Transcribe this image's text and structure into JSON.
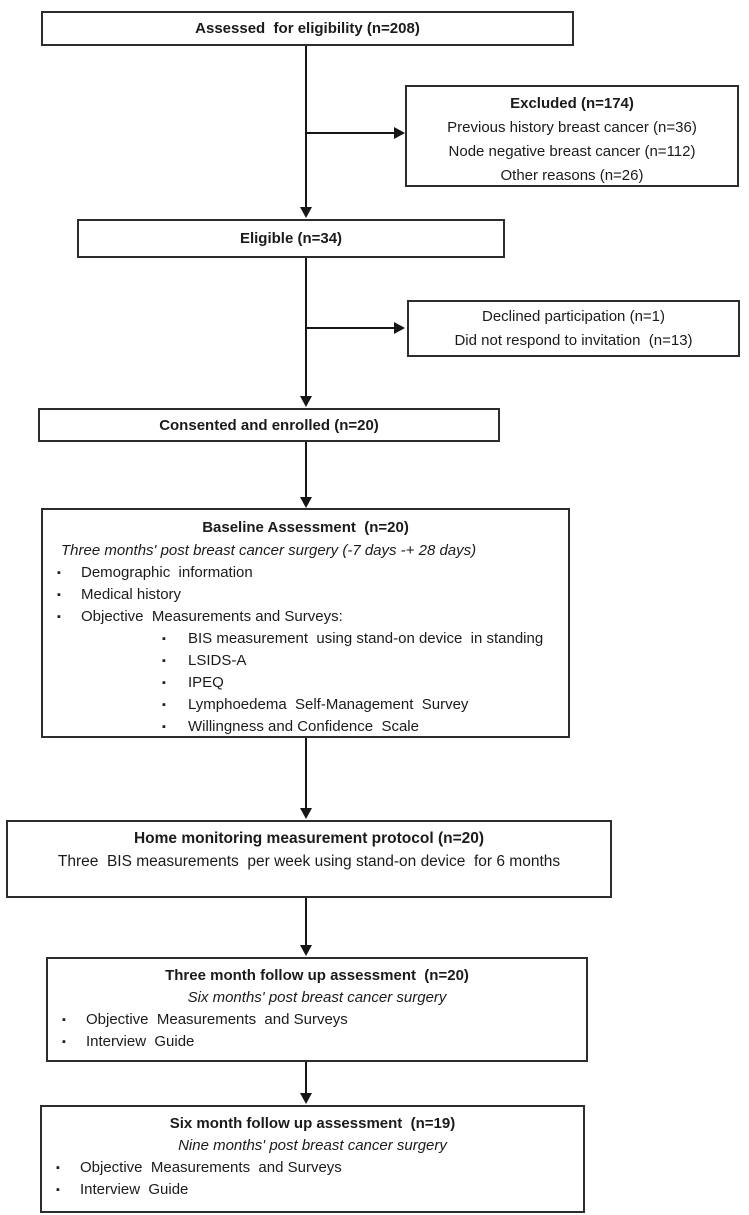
{
  "colors": {
    "border": "#2d2d2d",
    "text": "#1b1b1b",
    "background": "#ffffff",
    "arrow": "#161616"
  },
  "icons": {
    "bullet": "▪"
  },
  "flowchart": {
    "assessed": {
      "title": "Assessed  for eligibility (n=208)"
    },
    "excluded": {
      "title": "Excluded (n=174)",
      "lines": [
        "Previous history breast cancer (n=36)",
        "Node negative breast cancer (n=112)",
        "Other reasons (n=26)"
      ]
    },
    "eligible": {
      "title": "Eligible (n=34)"
    },
    "declined": {
      "lines": [
        "Declined participation (n=1)",
        "Did not respond to invitation  (n=13)"
      ]
    },
    "consented": {
      "title": "Consented and enrolled (n=20)"
    },
    "baseline": {
      "title": "Baseline Assessment  (n=20)",
      "subtitle": "Three months' post breast cancer surgery (-7 days -+ 28 days)",
      "bullets": [
        "Demographic  information",
        "Medical history",
        "Objective  Measurements and Surveys:"
      ],
      "sub_bullets": [
        "BIS measurement  using stand-on device  in standing",
        "LSIDS-A",
        "IPEQ",
        "Lymphoedema  Self-Management  Survey",
        "Willingness and Confidence  Scale"
      ]
    },
    "home_monitoring": {
      "title": "Home monitoring measurement protocol (n=20)",
      "line": "Three  BIS measurements  per week using stand-on device  for 6 months"
    },
    "three_month": {
      "title": "Three month follow up assessment  (n=20)",
      "subtitle": "Six months' post breast cancer surgery",
      "bullets": [
        "Objective  Measurements  and Surveys",
        "Interview  Guide"
      ]
    },
    "six_month": {
      "title": "Six month follow up assessment  (n=19)",
      "subtitle": "Nine months' post breast cancer surgery",
      "bullets": [
        "Objective  Measurements  and Surveys",
        "Interview  Guide"
      ]
    }
  }
}
